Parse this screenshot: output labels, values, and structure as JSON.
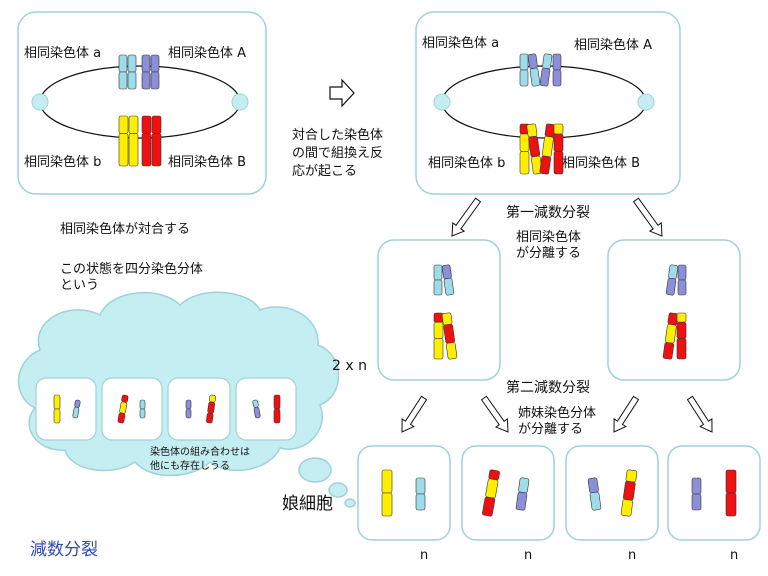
{
  "labels": {
    "homolog_a": "相同染色体 a",
    "homolog_A": "相同染色体 A",
    "homolog_b": "相同染色体 b",
    "homolog_B": "相同染色体 B",
    "crossover_note": [
      "対合した染色体",
      "の間で組換え反",
      "応が起こる"
    ],
    "pairing_note": "相同染色体が対合する",
    "tetrad_note": [
      "この状態を四分染色分体",
      "という"
    ],
    "meiosis_1": "第一減数分裂",
    "homolog_separation": [
      "相同染色体",
      "が分離する"
    ],
    "meiosis_2": "第二減数分裂",
    "sister_separation": [
      "姉妹染色分体",
      "が分離する"
    ],
    "ploidy_2n": "2 x n",
    "cloud_note": [
      "染色体の組み合わせは",
      "他にも存在しうる"
    ],
    "daughter_cells": "娘細胞",
    "n": "n",
    "title": "減数分裂"
  },
  "colors": {
    "chrom_light_blue": "#9fdcea",
    "chrom_purple": "#8b8fd8",
    "chrom_yellow": "#ffee00",
    "chrom_red": "#ee1111",
    "cell_border": "#9fd2d8",
    "cloud_fill": "#c4eef2",
    "title": "#2f4bb0"
  }
}
